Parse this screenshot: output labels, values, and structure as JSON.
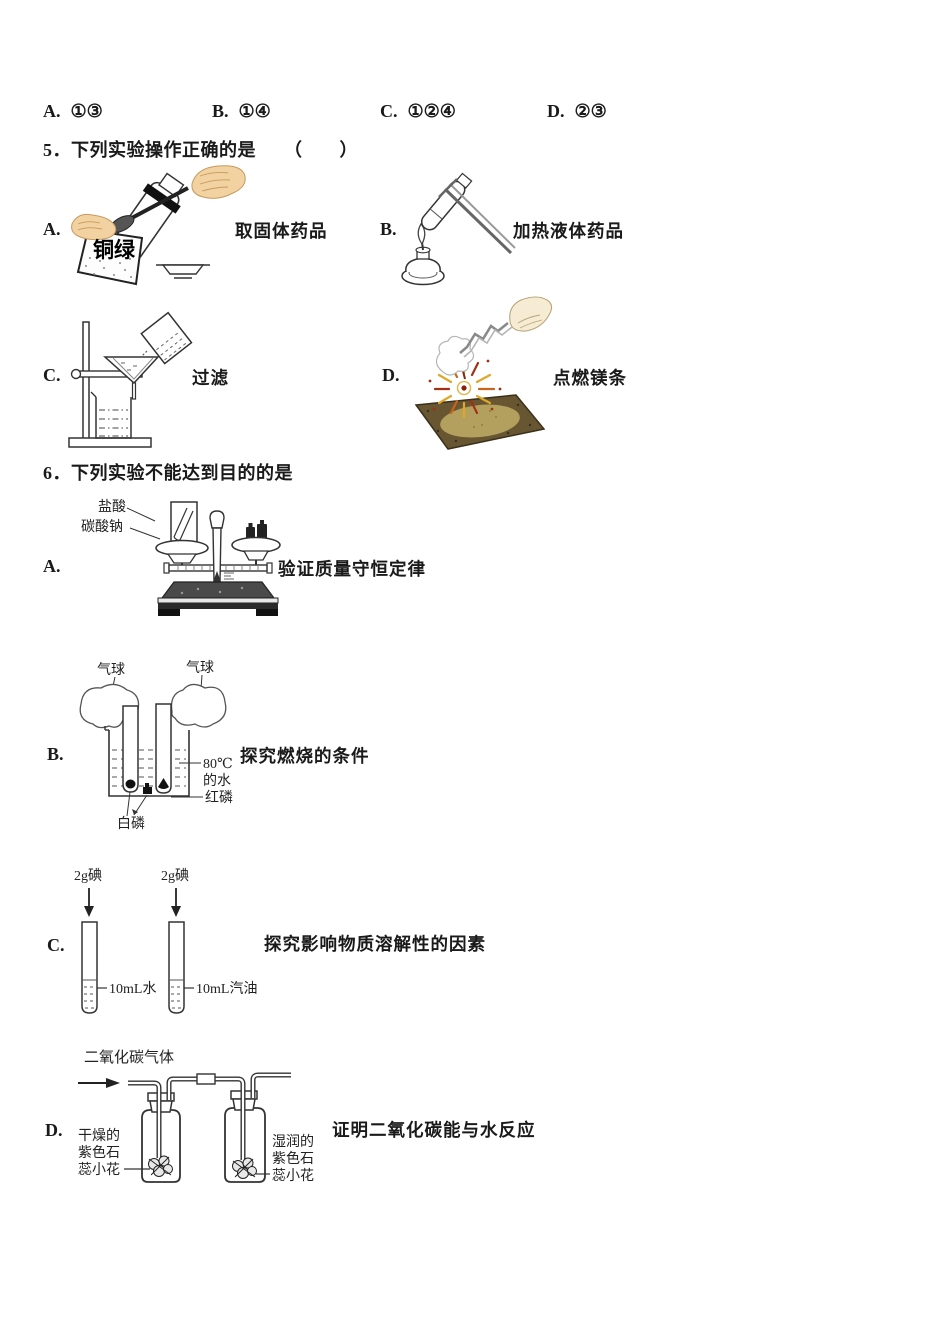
{
  "answers": {
    "items": [
      {
        "label": "A.",
        "value": "①③"
      },
      {
        "label": "B.",
        "value": "①④"
      },
      {
        "label": "C.",
        "value": "①②④"
      },
      {
        "label": "D.",
        "value": "②③"
      }
    ]
  },
  "q5": {
    "title": "5．下列实验操作正确的是　　（　　）",
    "a_label": "A.",
    "a_caption": "取固体药品",
    "a_bag": "铜绿",
    "b_label": "B.",
    "b_caption": "加热液体药品",
    "c_label": "C.",
    "c_caption": "过滤",
    "d_label": "D.",
    "d_caption": "点燃镁条"
  },
  "q6": {
    "title": "6．下列实验不能达到目的的是",
    "a_label": "A.",
    "a_caption": "验证质量守恒定律",
    "a_labels": {
      "acid": "盐酸",
      "soda": "碳酸钠"
    },
    "b_label": "B.",
    "b_caption": "探究燃烧的条件",
    "b_labels": {
      "balloon_left": "气球",
      "balloon_right": "气球",
      "temp": "80℃",
      "water": "的水",
      "red_phosphorus": "红磷",
      "white_phosphorus": "白磷"
    },
    "c_label": "C.",
    "c_caption": "探究影响物质溶解性的因素",
    "c_labels": {
      "iodine_left": "2g碘",
      "iodine_right": "2g碘",
      "water": "10mL水",
      "gasoline": "10mL汽油"
    },
    "d_label": "D.",
    "d_caption": "证明二氧化碳能与水反应",
    "d_labels": {
      "gas": "二氧化碳气体",
      "dry1": "干燥的",
      "dry2": "紫色石",
      "dry3": "蕊小花",
      "wet1": "湿润的",
      "wet2": "紫色石",
      "wet3": "蕊小花"
    }
  },
  "colors": {
    "ink": "#1a1a1a",
    "hand_skin": "#f2d2a0",
    "spark_yellow": "#dfa82a",
    "spark_red": "#a13014",
    "mat_brown": "#675631",
    "mat_center": "#b3a05e"
  }
}
